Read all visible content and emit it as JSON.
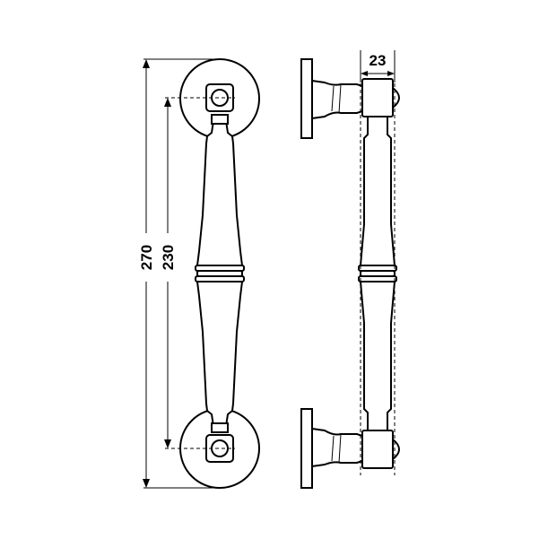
{
  "drawing": {
    "dimensions": {
      "overall_length": "270",
      "center_distance": "230",
      "depth": "23"
    }
  }
}
